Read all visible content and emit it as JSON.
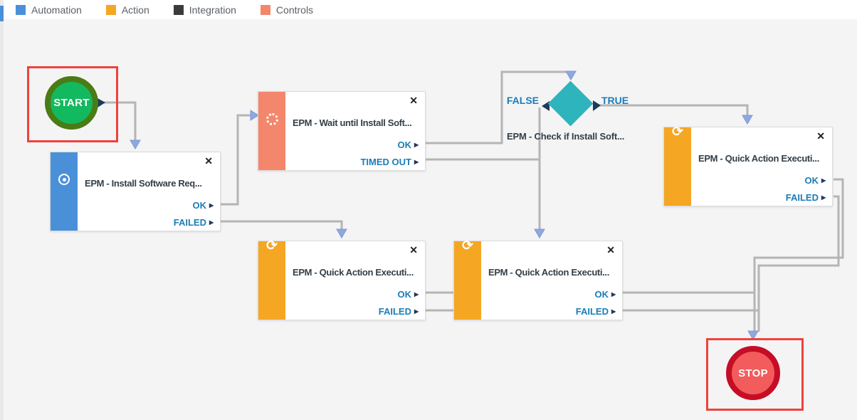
{
  "legend": {
    "items": [
      {
        "label": "Automation",
        "color": "#4a90d9"
      },
      {
        "label": "Action",
        "color": "#f5a623"
      },
      {
        "label": "Integration",
        "color": "#3b3b3b"
      },
      {
        "label": "Controls",
        "color": "#f4866c"
      }
    ]
  },
  "ui": {
    "close_glyph": "✕",
    "chevron_glyph": "▸",
    "history_glyph": "⟳"
  },
  "colors": {
    "connector": "#b5b5b5",
    "entry_arrow": "#8ea9e0",
    "port_arrow": "#1e3a5c",
    "selection": "#f0413b",
    "start_ring": "#4b7b15",
    "start_fill": "#13b95e",
    "stop_ring": "#c60d26",
    "stop_fill": "#f25c5c",
    "decision_fill": "#2eb4bc"
  },
  "canvas": {
    "start": {
      "label": "START"
    },
    "stop": {
      "label": "STOP"
    },
    "decision": {
      "title": "EPM - Check if Install Soft...",
      "true_label": "TRUE",
      "false_label": "FALSE"
    },
    "nodes": [
      {
        "id": "install",
        "category": "Automation",
        "color": "#4a90d9",
        "icon": "target-icon",
        "title": "EPM - Install Software Req...",
        "outputs": [
          "OK",
          "FAILED"
        ]
      },
      {
        "id": "wait",
        "category": "Controls",
        "color": "#f4866c",
        "icon": "spinner-icon",
        "title": "EPM - Wait until Install Soft...",
        "outputs": [
          "OK",
          "TIMED OUT"
        ]
      },
      {
        "id": "quick-action-bottom-left",
        "category": "Action",
        "color": "#f5a623",
        "icon": "history-icon",
        "title": "EPM - Quick Action Executi...",
        "outputs": [
          "OK",
          "FAILED"
        ]
      },
      {
        "id": "quick-action-bottom-right",
        "category": "Action",
        "color": "#f5a623",
        "icon": "history-icon",
        "title": "EPM - Quick Action Executi...",
        "outputs": [
          "OK",
          "FAILED"
        ]
      },
      {
        "id": "quick-action-top-right",
        "category": "Action",
        "color": "#f5a623",
        "icon": "history-icon",
        "title": "EPM - Quick Action Executi...",
        "outputs": [
          "OK",
          "FAILED"
        ]
      }
    ]
  }
}
